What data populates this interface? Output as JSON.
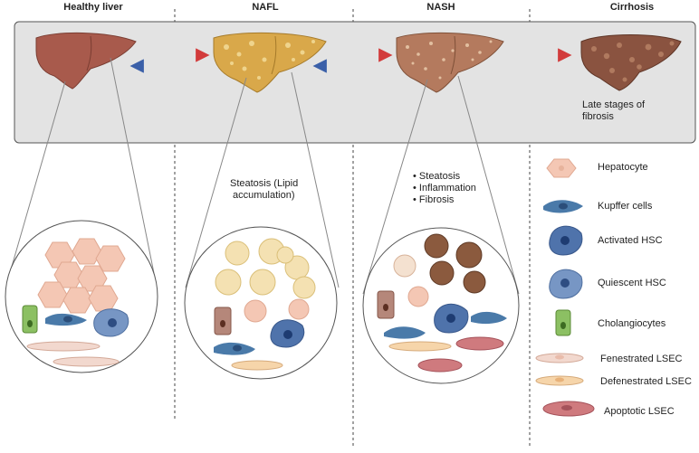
{
  "stages": [
    {
      "label": "Healthy liver"
    },
    {
      "label": "NAFL"
    },
    {
      "label": "NASH"
    },
    {
      "label": "Cirrhosis"
    }
  ],
  "cirrhosis_note": [
    "Late stages of",
    "fibrosis"
  ],
  "nafl_note": [
    "Steatosis (Lipid",
    "accumulation)"
  ],
  "nash_notes": [
    "Steatosis",
    "Inflammation",
    "Fibrosis"
  ],
  "legend": [
    {
      "label": "Hepatocyte"
    },
    {
      "label": "Kupffer cells"
    },
    {
      "label": "Activated HSC"
    },
    {
      "label": "Quiescent HSC"
    },
    {
      "label": "Cholangiocytes"
    },
    {
      "label": "Fenestrated LSEC"
    },
    {
      "label": "Defenestrated LSEC"
    },
    {
      "label": "Apoptotic LSEC"
    }
  ],
  "colors": {
    "healthy_liver": "#a85a4c",
    "nafl_liver": "#d9a84a",
    "nash_liver": "#b47a5e",
    "cirrhosis_liver": "#8a5340",
    "forward_arrow": "#d23b3b",
    "reverse_arrow": "#3a5fa8",
    "panel_bg": "#e3e3e3"
  }
}
